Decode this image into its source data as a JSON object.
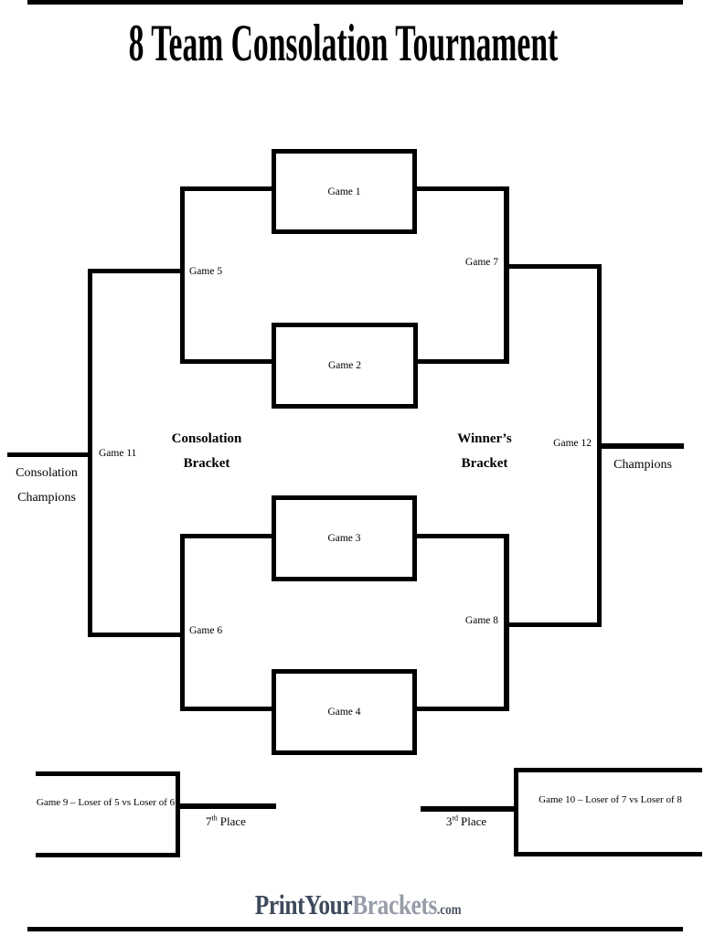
{
  "title": "8 Team Consolation Tournament",
  "games": {
    "game1": "Game 1",
    "game2": "Game 2",
    "game3": "Game 3",
    "game4": "Game 4",
    "game5": "Game 5",
    "game6": "Game 6",
    "game7": "Game 7",
    "game8": "Game 8",
    "game11": "Game 11",
    "game12": "Game 12",
    "game9_description": "Game 9 – Loser of 5 vs Loser of 6",
    "game10_description": "Game 10 – Loser of 7 vs Loser of 8"
  },
  "sections": {
    "consolation_bracket": [
      "Consolation",
      "Bracket"
    ],
    "winners_bracket": [
      "Winner’s",
      "Bracket"
    ],
    "consolation_champions": [
      "Consolation",
      "Champions"
    ],
    "champions": "Champions"
  },
  "placements": {
    "seventh": {
      "number": "7",
      "ordinal": "th",
      "label": "Place"
    },
    "third": {
      "number": "3",
      "ordinal": "rd",
      "label": "Place"
    }
  },
  "footer": {
    "logo": {
      "part1": "PrintYour",
      "part2": "Brackets",
      "part3": ".com",
      "color1": "#3e4a5c",
      "color2": "#969da8",
      "color3": "#4c5662"
    }
  },
  "colors": {
    "line": "#000000",
    "background": "#ffffff"
  }
}
